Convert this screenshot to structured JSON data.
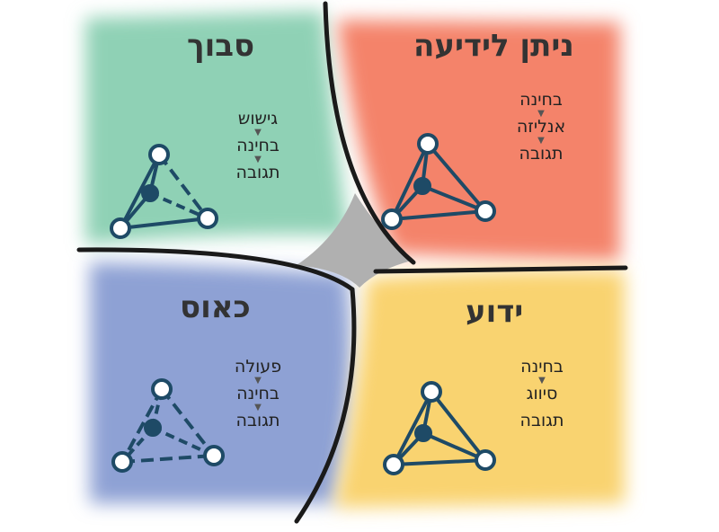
{
  "colors": {
    "complicated": "#f4836a",
    "complex": "#8fd1b5",
    "chaotic": "#8ea1d4",
    "clear": "#f9d36f",
    "disorder": "#b0b0b0",
    "boundary": "#1a1a1a",
    "triangle": "#1e4a66"
  },
  "icons": {
    "step_arrow": "down-arrow-icon",
    "triangle": "triangle-network-icon"
  },
  "quadrants": {
    "complex": {
      "title": "סבוך",
      "steps": [
        "גישוש",
        "בחינה",
        "תגובה"
      ]
    },
    "complicated": {
      "title": "ניתן לידיעה",
      "steps": [
        "בחינה",
        "אנליזה",
        "תגובה"
      ]
    },
    "chaotic": {
      "title": "כאוס",
      "steps": [
        "פעולה",
        "בחינה",
        "תגובה"
      ]
    },
    "clear": {
      "title": "ידוע",
      "steps": [
        "בחינה",
        "סיווג",
        "תגובה"
      ]
    }
  }
}
